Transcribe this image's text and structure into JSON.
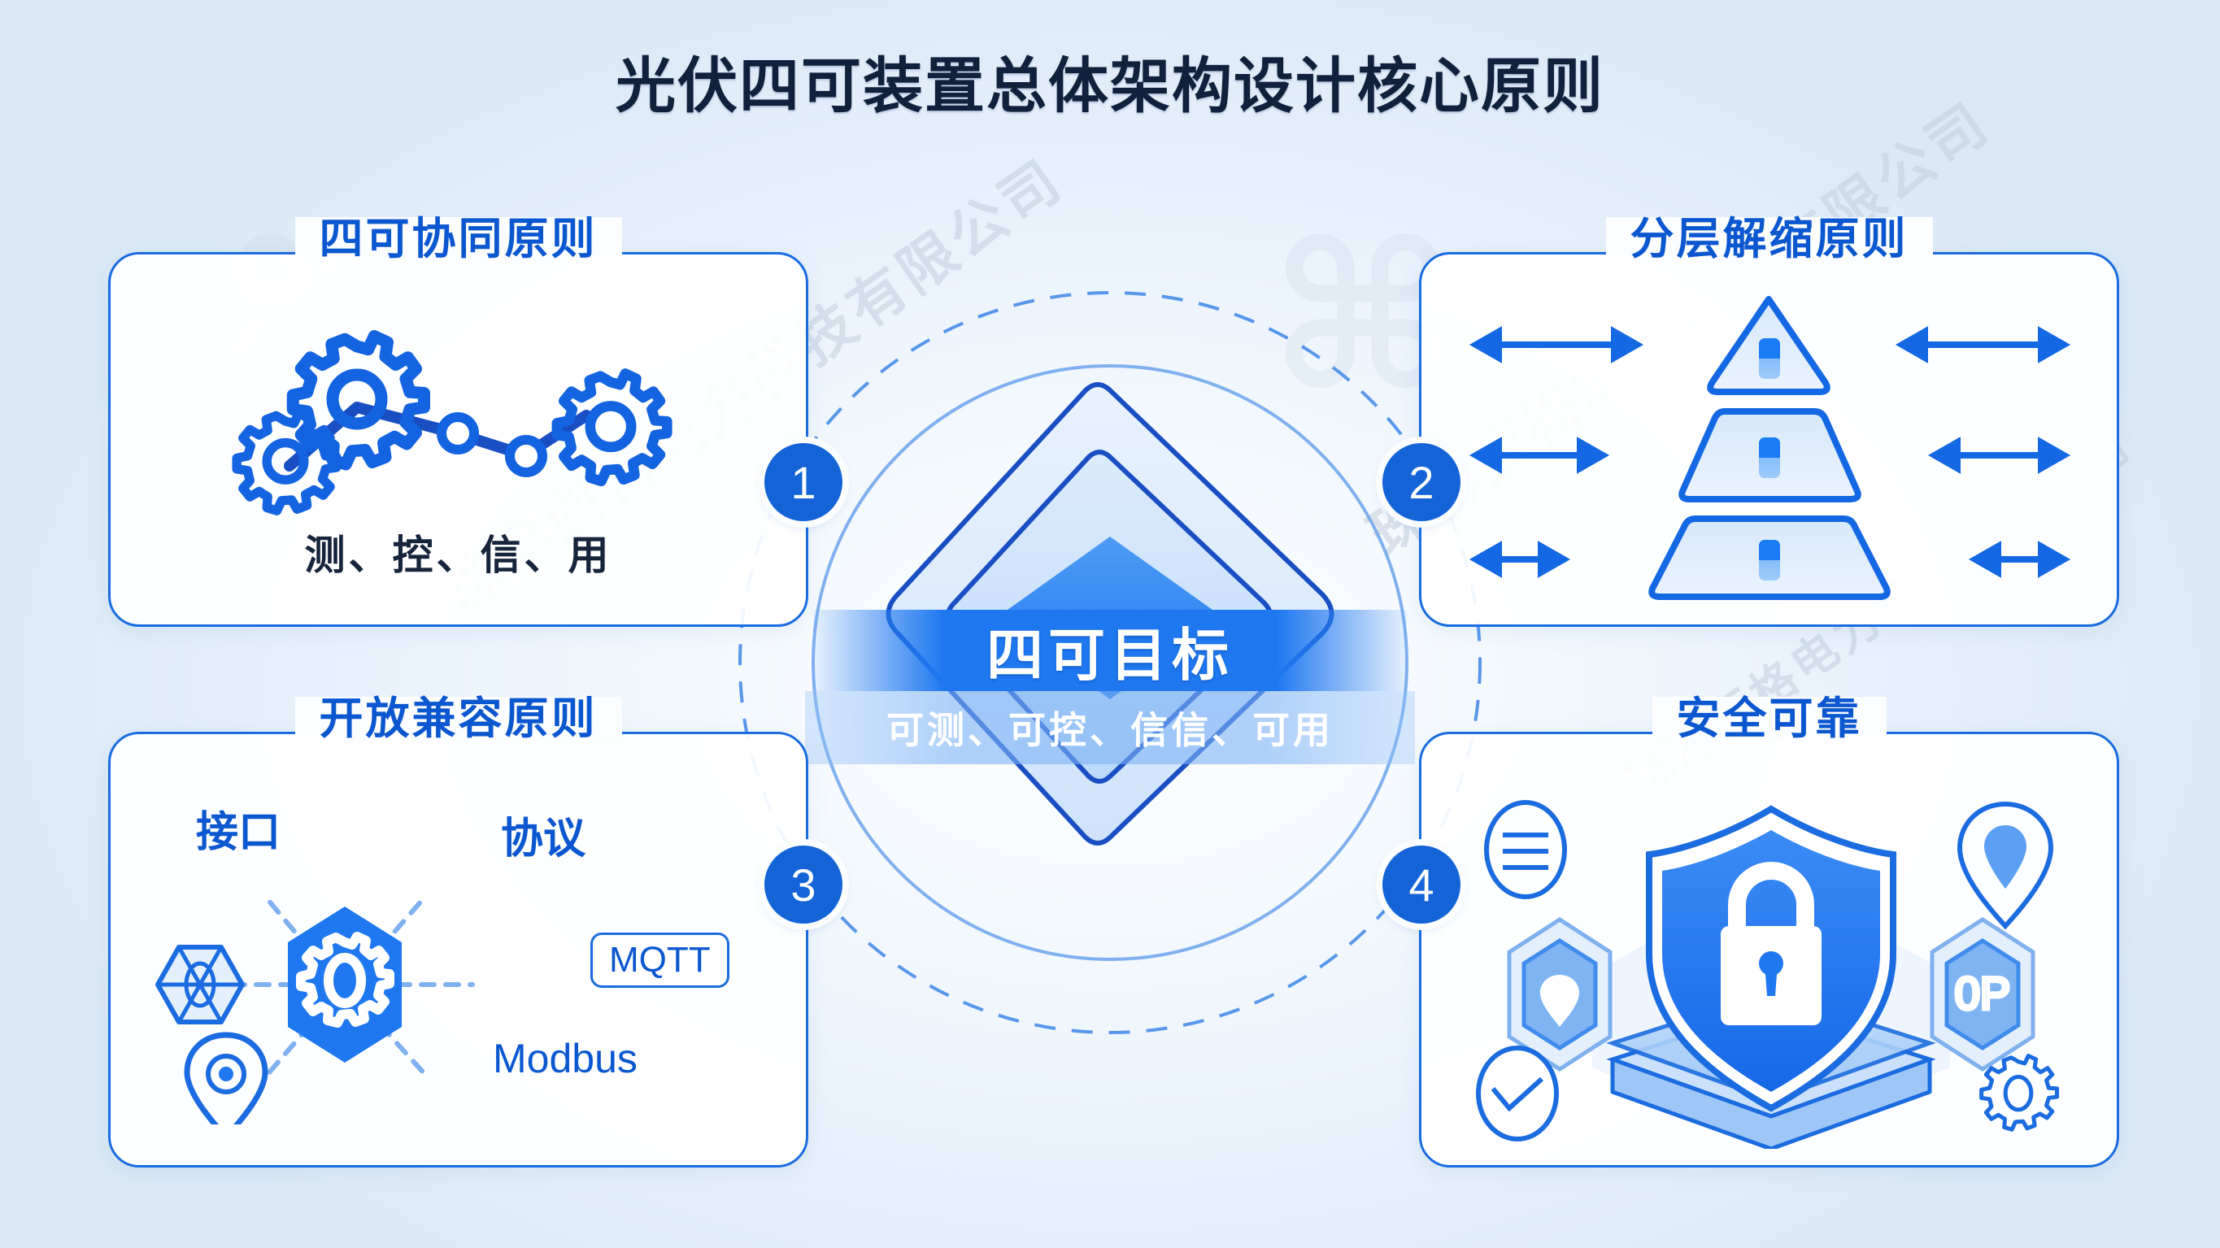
{
  "page": {
    "title": "光伏四可装置总体架构设计核心原则",
    "background_color": "#eaf2fa",
    "accent_color": "#1464d8",
    "title_color": "#10213c"
  },
  "watermark": {
    "text": "珠海西格电力科技有限公司",
    "logo_glyph": "⌘"
  },
  "center": {
    "title": "四可目标",
    "subtitle": "可测、可控、信信、可用",
    "title_color": "#ffffff",
    "banner_color": "#1f78f0"
  },
  "badges": [
    {
      "number": "1"
    },
    {
      "number": "2"
    },
    {
      "number": "3"
    },
    {
      "number": "4"
    }
  ],
  "cards": [
    {
      "id": "c1",
      "title": "四可协同原则",
      "title_color": "#0b57d0",
      "caption": "测、控、信、用",
      "icon": "gears-network-icon"
    },
    {
      "id": "c2",
      "title": "分层解缩原则",
      "title_color": "#0b57d0",
      "icon": "layered-pyramid-icon",
      "tiers": 3,
      "arrows": "bidirectional"
    },
    {
      "id": "c3",
      "title": "开放兼容原则",
      "title_color": "#0b57d0",
      "icon": "hexagon-gear-hub-icon",
      "labels": {
        "interface": "接口",
        "protocol": "协议",
        "mqtt": "MQTT",
        "modbus": "Modbus"
      }
    },
    {
      "id": "c4",
      "title": "安全可靠",
      "title_color": "#0b57d0",
      "icon": "shield-lock-icon",
      "sub_icons": [
        "list-icon",
        "location-pin-icon",
        "wave-icon",
        "gear-icon",
        "hexagon-pin-icon",
        "hexagon-0p-icon"
      ],
      "hex_badge_label": "0P"
    }
  ]
}
